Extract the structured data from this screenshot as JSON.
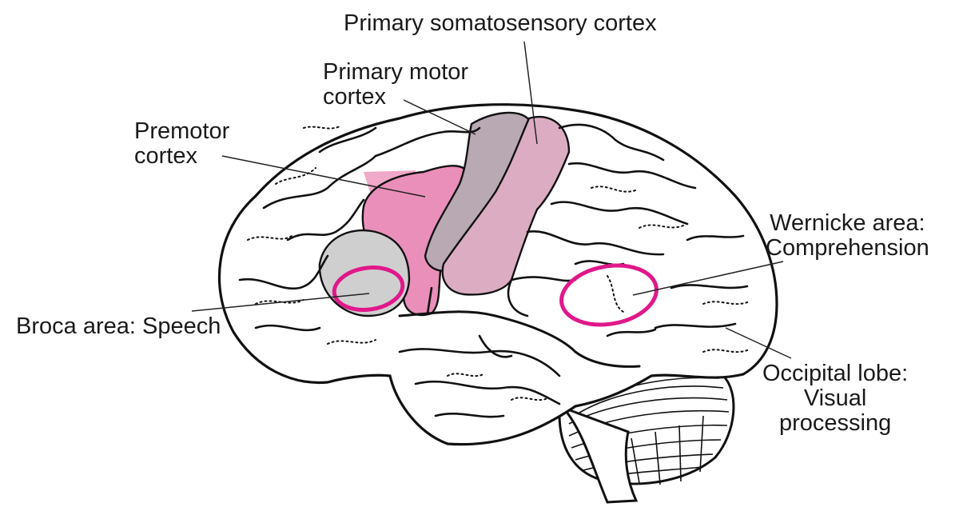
{
  "labels": {
    "somatosensory": [
      "Primary somatosensory cortex"
    ],
    "motor": [
      "Primary motor",
      "cortex"
    ],
    "premotor": [
      "Premotor",
      "cortex"
    ],
    "broca": [
      "Broca area: Speech"
    ],
    "wernicke": [
      "Wernicke area:",
      "Comprehension"
    ],
    "occipital": [
      "Occipital lobe:",
      "Visual",
      "processing"
    ]
  },
  "colors": {
    "outline": "#111111",
    "premotor_fill": "#ea8fba",
    "premotor_light": "#f0a9c8",
    "motor_fill": "#b9a9b3",
    "somatosensory_fill": "#dcadc2",
    "broca_fill": "#cfcfcf",
    "highlight_ring": "#e0188a"
  }
}
